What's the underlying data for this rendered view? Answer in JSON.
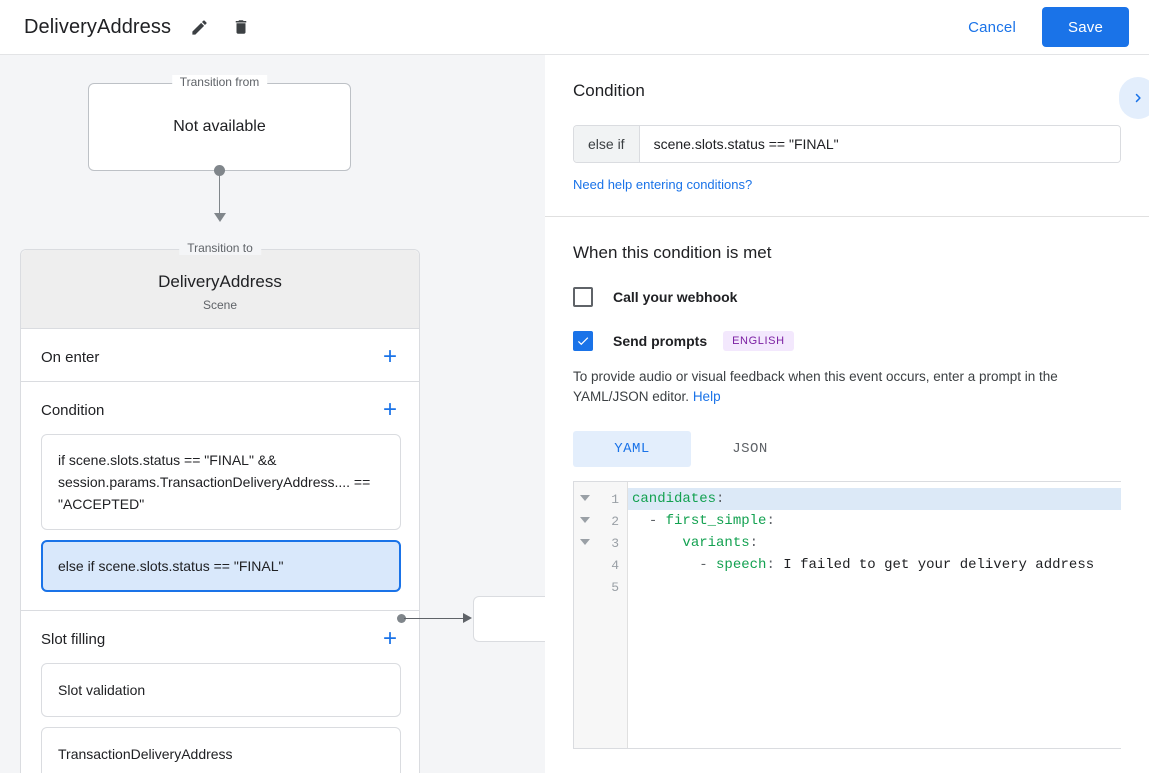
{
  "header": {
    "title": "DeliveryAddress",
    "edit_icon": "pencil-icon",
    "delete_icon": "trash-icon",
    "cancel_label": "Cancel",
    "save_label": "Save",
    "accent_color": "#1a73e8"
  },
  "canvas": {
    "transition_from": {
      "legend": "Transition from",
      "value": "Not available"
    },
    "transition_to": {
      "legend": "Transition to",
      "title": "DeliveryAddress",
      "subtitle": "Scene"
    },
    "sections": [
      {
        "title": "On enter",
        "add_label": "+"
      },
      {
        "title": "Condition",
        "add_label": "+"
      },
      {
        "title": "Slot filling",
        "add_label": "+"
      }
    ],
    "conditions": [
      {
        "text": "if scene.slots.status == \"FINAL\" && session.params.TransactionDeliveryAddress.... == \"ACCEPTED\"",
        "selected": false
      },
      {
        "text": "else if scene.slots.status == \"FINAL\"",
        "selected": true
      }
    ],
    "slot_filling": [
      {
        "text": "Slot validation"
      },
      {
        "text": "TransactionDeliveryAddress"
      }
    ]
  },
  "panel": {
    "condition_title": "Condition",
    "collapse_icon": "chevron-right-icon",
    "condition_prefix": "else if",
    "condition_value": "scene.slots.status == \"FINAL\"",
    "help_link": "Need help entering conditions?",
    "met_title": "When this condition is met",
    "webhook_label": "Call your webhook",
    "webhook_checked": false,
    "prompts_label": "Send prompts",
    "prompts_checked": true,
    "language_badge": "ENGLISH",
    "description": "To provide audio or visual feedback when this event occurs, enter a prompt in the YAML/JSON editor.",
    "description_link": "Help",
    "tabs": [
      {
        "label": "YAML",
        "active": true
      },
      {
        "label": "JSON",
        "active": false
      }
    ],
    "editor": {
      "line_numbers": [
        "1",
        "2",
        "3",
        "4",
        "5"
      ],
      "lines": [
        {
          "key": "candidates",
          "suffix": ":",
          "indent": "",
          "dash": "",
          "value": "",
          "highlighted": true
        },
        {
          "key": "first_simple",
          "suffix": ":",
          "indent": "  ",
          "dash": "- ",
          "value": "",
          "highlighted": false
        },
        {
          "key": "variants",
          "suffix": ":",
          "indent": "      ",
          "dash": "",
          "value": "",
          "highlighted": false
        },
        {
          "key": "speech",
          "suffix": ": ",
          "indent": "        ",
          "dash": "- ",
          "value": "I failed to get your delivery address",
          "highlighted": false
        },
        {
          "key": "",
          "suffix": "",
          "indent": "",
          "dash": "",
          "value": "",
          "highlighted": false
        }
      ]
    }
  }
}
